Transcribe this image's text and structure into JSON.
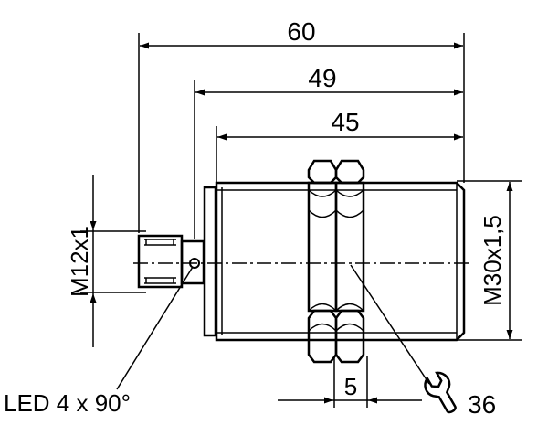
{
  "dimensions": {
    "overall_length": "60",
    "housing_length": "49",
    "thread_length": "45",
    "connector_thread": "M12x1",
    "body_thread": "M30x1,5",
    "nut_width": "5",
    "led_note": "LED 4 x 90°",
    "wrench_size": "36"
  },
  "icons": {
    "wrench": "wrench-icon"
  }
}
